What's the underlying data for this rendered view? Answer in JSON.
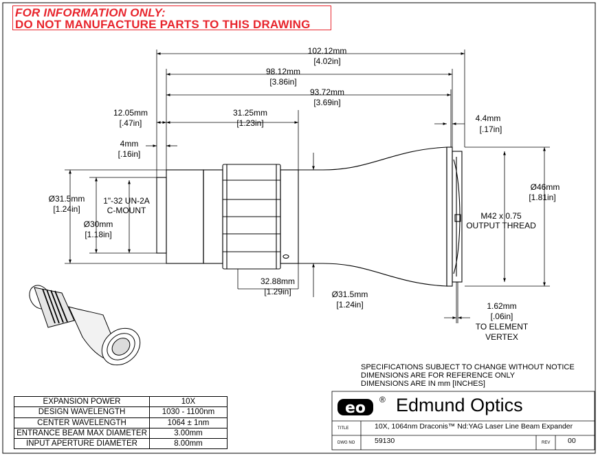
{
  "warning": {
    "line1": "FOR INFORMATION ONLY:",
    "line2": "DO NOT MANUFACTURE PARTS TO THIS DRAWING",
    "color": "#e8242c"
  },
  "dimensions": {
    "overall_length": [
      "102.12mm",
      "[4.02in]"
    ],
    "length_98": [
      "98.12mm",
      "[3.86in]"
    ],
    "length_93": [
      "93.72mm",
      "[3.69in]"
    ],
    "len_12": [
      "12.05mm",
      "[.47in]"
    ],
    "len_31": [
      "31.25mm",
      "[1.23in]"
    ],
    "len_4": [
      "4mm",
      "[.16in]"
    ],
    "len_44": [
      "4.4mm",
      "[.17in]"
    ],
    "dia_input": [
      "Ø31.5mm",
      "[1.24in]"
    ],
    "thread_input": [
      "1\"-32 UN-2A",
      "C-MOUNT"
    ],
    "dia_30": [
      "Ø30mm",
      "[1.18in]"
    ],
    "dia_46": [
      "Ø46mm",
      "[1.81in]"
    ],
    "thread_output": [
      "M42 x 0.75",
      "OUTPUT THREAD"
    ],
    "len_32": [
      "32.88mm",
      "[1.29in]"
    ],
    "dia_mid": [
      "Ø31.5mm",
      "[1.24in]"
    ],
    "vertex": [
      "1.62mm",
      "[.06in]",
      "TO ELEMENT",
      "VERTEX"
    ]
  },
  "notes": [
    "SPECIFICATIONS SUBJECT TO CHANGE WITHOUT NOTICE",
    "DIMENSIONS ARE FOR REFERENCE ONLY",
    "DIMENSIONS ARE IN mm [INCHES]"
  ],
  "specs": [
    {
      "label": "EXPANSION POWER",
      "value": "10X"
    },
    {
      "label": "DESIGN WAVELENGTH",
      "value": "1030 - 1100nm"
    },
    {
      "label": "CENTER WAVELENGTH",
      "value": "1064 ± 1nm"
    },
    {
      "label": "ENTRANCE BEAM MAX DIAMETER",
      "value": "3.00mm"
    },
    {
      "label": "INPUT APERTURE DIAMETER",
      "value": "8.00mm"
    }
  ],
  "title_block": {
    "logo_text": "eo",
    "registered": "®",
    "company": "Edmund Optics",
    "title_label": "TITLE",
    "title": "10X, 1064nm Draconis™ Nd:YAG Laser Line Beam Expander",
    "dwg_label": "DWG NO",
    "dwg_no": "59130",
    "rev_label": "REV",
    "rev": "00"
  }
}
